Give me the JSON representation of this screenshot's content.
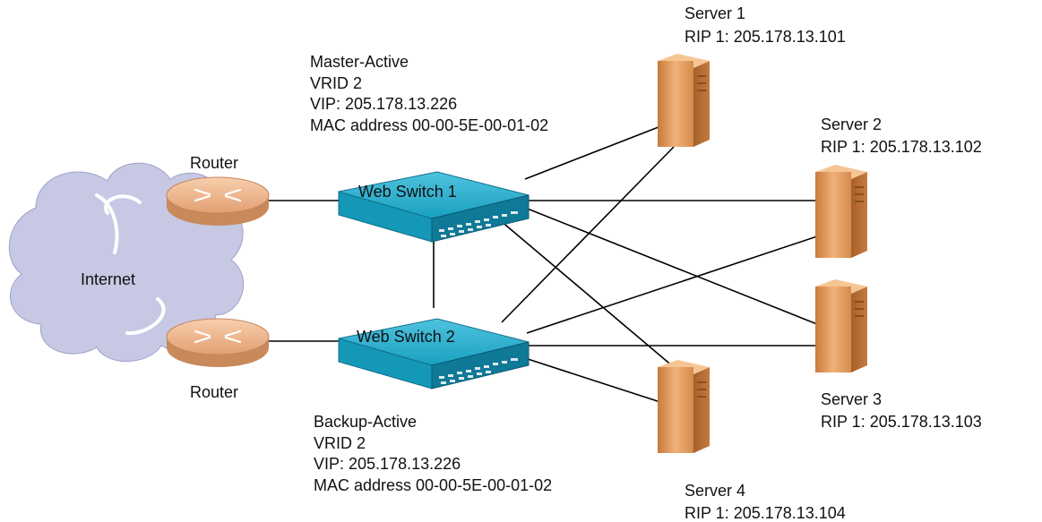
{
  "cloud": {
    "label": "Internet"
  },
  "routers": [
    {
      "label": "Router"
    },
    {
      "label": "Router"
    }
  ],
  "switches": [
    {
      "label": "Web Switch 1"
    },
    {
      "label": "Web Switch 2"
    }
  ],
  "master": {
    "lines": [
      "Master-Active",
      "VRID 2",
      "VIP: 205.178.13.226",
      "MAC address 00-00-5E-00-01-02"
    ]
  },
  "backup": {
    "lines": [
      "Backup-Active",
      "VRID 2",
      "VIP: 205.178.13.226",
      "MAC address 00-00-5E-00-01-02"
    ]
  },
  "servers": [
    {
      "name": "Server 1",
      "rip": "RIP 1: 205.178.13.101"
    },
    {
      "name": "Server 2",
      "rip": "RIP 1: 205.178.13.102"
    },
    {
      "name": "Server 3",
      "rip": "RIP 1: 205.178.13.103"
    },
    {
      "name": "Server 4",
      "rip": "RIP 1: 205.178.13.104"
    }
  ],
  "colors": {
    "cloud": "#c6c8e4",
    "router": "#e8b088",
    "switch": "#1ba3c4",
    "server": "#e0995e",
    "line": "#000000"
  }
}
